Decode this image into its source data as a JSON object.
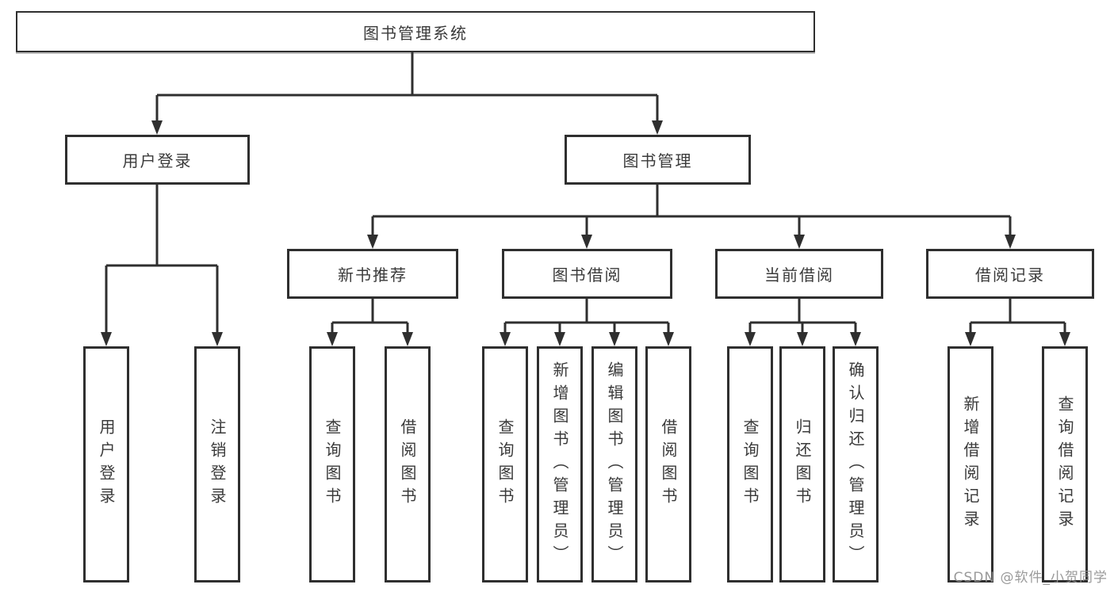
{
  "tree": {
    "root": {
      "label": "图书管理系统"
    },
    "branches": [
      {
        "label": "用户登录",
        "children": [
          {
            "label": "用户登录"
          },
          {
            "label": "注销登录"
          }
        ]
      },
      {
        "label": "图书管理",
        "children": [
          {
            "label": "新书推荐",
            "children": [
              {
                "label": "查询图书"
              },
              {
                "label": "借阅图书"
              }
            ]
          },
          {
            "label": "图书借阅",
            "children": [
              {
                "label": "查询图书"
              },
              {
                "label": "新增图书（管理员）"
              },
              {
                "label": "编辑图书（管理员）"
              },
              {
                "label": "借阅图书"
              }
            ]
          },
          {
            "label": "当前借阅",
            "children": [
              {
                "label": "查询图书"
              },
              {
                "label": "归还图书"
              },
              {
                "label": "确认归还（管理员）"
              }
            ]
          },
          {
            "label": "借阅记录",
            "children": [
              {
                "label": "新增借阅记录"
              },
              {
                "label": "查询借阅记录"
              }
            ]
          }
        ]
      }
    ]
  },
  "watermark": "CSDN @软件_小贺同学",
  "colors": {
    "line": "#2f2f2f",
    "text": "#3a3a3a",
    "background": "#ffffff",
    "watermark": "#919191"
  }
}
